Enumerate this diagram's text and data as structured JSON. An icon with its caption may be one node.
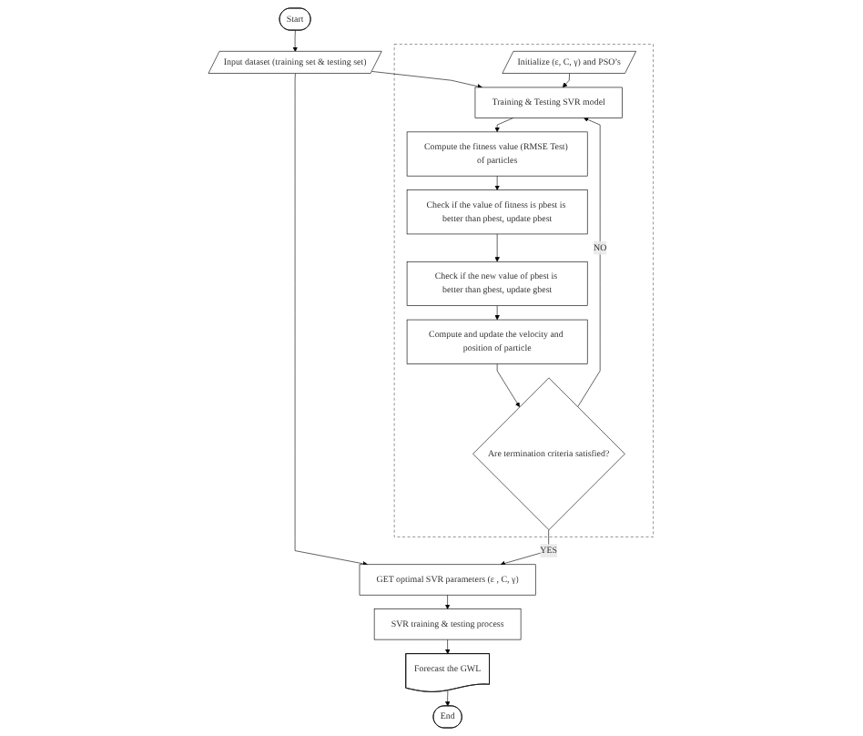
{
  "diagram": {
    "nodes": [
      {
        "text": [],
        "shape": "box"
      },
      {
        "text": [
          "Initialize (ε, C, γ) and PSO’s"
        ],
        "in": 0
      },
      {
        "text": [
          "Training & Testing SVR model"
        ],
        "in": 0
      },
      {
        "text": [
          "Compute the fitness value (RMSE Test) of particles"
        ],
        "in": 0
      },
      {
        "text": [
          "Check if the value of fitness is pbest is better than pbest, update pbest"
        ],
        "in": 0
      },
      {
        "text": [
          "Check if the new value of pbest is better than gbest, update gbest"
        ],
        "in": 0
      },
      {
        "text": [
          "Compute and update the velocity and position of particle"
        ],
        "in": 0
      },
      {
        "text": [
          "Are termination criteria satisfied?"
        ],
        "in": 0
      },
      {
        "text": [
          "Start"
        ]
      },
      {
        "text": [
          "Input dataset (training set & testing set)"
        ]
      },
      {
        "text": [
          "GET optimal SVR parameters (ε , C, γ)"
        ]
      },
      {
        "text": [
          "SVR training & testing process"
        ]
      },
      {
        "text": [
          "Forecast the GWL"
        ]
      },
      {
        "text": [
          "End"
        ]
      }
    ],
    "edges": [
      {
        "from": 8,
        "to": 9,
        "arrow": "to"
      },
      {
        "from": 9,
        "to": 2,
        "arrow": "to"
      },
      {
        "from": 1,
        "to": 2,
        "arrow": "to"
      },
      {
        "from": 2,
        "to": 3,
        "arrow": "to"
      },
      {
        "from": 3,
        "to": 4,
        "arrow": "to"
      },
      {
        "from": 4,
        "to": 5,
        "arrow": "to"
      },
      {
        "from": 5,
        "to": 6,
        "arrow": "to"
      },
      {
        "from": 6,
        "to": 7,
        "arrow": "to"
      },
      {
        "from": 7,
        "to": 2,
        "arrow": "to",
        "label": "NO"
      },
      {
        "from": 9,
        "to": 10,
        "arrow": "to"
      },
      {
        "from": 7,
        "to": 10,
        "arrow": "to",
        "label": "YES"
      },
      {
        "from": 10,
        "to": 11,
        "arrow": "to"
      },
      {
        "from": 11,
        "to": 12,
        "arrow": "to"
      },
      {
        "from": 12,
        "to": 13,
        "arrow": "to"
      }
    ]
  }
}
